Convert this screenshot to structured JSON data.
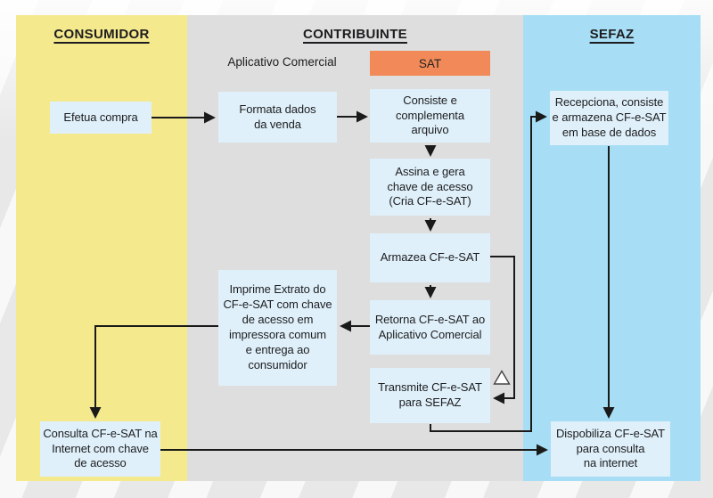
{
  "columns": {
    "consumidor": {
      "title": "CONSUMIDOR",
      "color": "#F5E98E"
    },
    "contribuinte": {
      "title": "CONTRIBUINTE",
      "color": "#DEDEDE"
    },
    "sefaz": {
      "title": "SEFAZ",
      "color": "#A7DEF5"
    }
  },
  "contribuinte_sections": {
    "aplicativo_comercial": "Aplicativo Comercial",
    "sat": "SAT"
  },
  "colors": {
    "sat_header": "#F18A58",
    "node_fill": "#DFF0FA",
    "arrow": "#1a1a1a"
  },
  "nodes": {
    "efetua_compra": "Efetua compra",
    "formata_dados": "Formata dados\nda venda",
    "consiste": "Consiste e\ncomplementa\narquivo",
    "assina": "Assina e gera\nchave de acesso\n(Cria CF-e-SAT)",
    "armazea": "Armazea CF-e-SAT",
    "retorna": "Retorna CF-e-SAT ao\nAplicativo Comercial",
    "transmite": "Transmite CF-e-SAT\npara SEFAZ",
    "imprime": "Imprime Extrato do\nCF-e-SAT com chave\nde acesso em\nimpressora comum\ne entrega ao\nconsumidor",
    "consulta": "Consulta CF-e-SAT na\nInternet com chave\nde acesso",
    "recepciona": "Recepciona, consiste\ne armazena CF-e-SAT\nem base de dados",
    "dispobiliza": "Dispobiliza CF-e-SAT\npara consulta\nna internet"
  },
  "icons": {
    "delta": "triangle-connector-symbol"
  }
}
